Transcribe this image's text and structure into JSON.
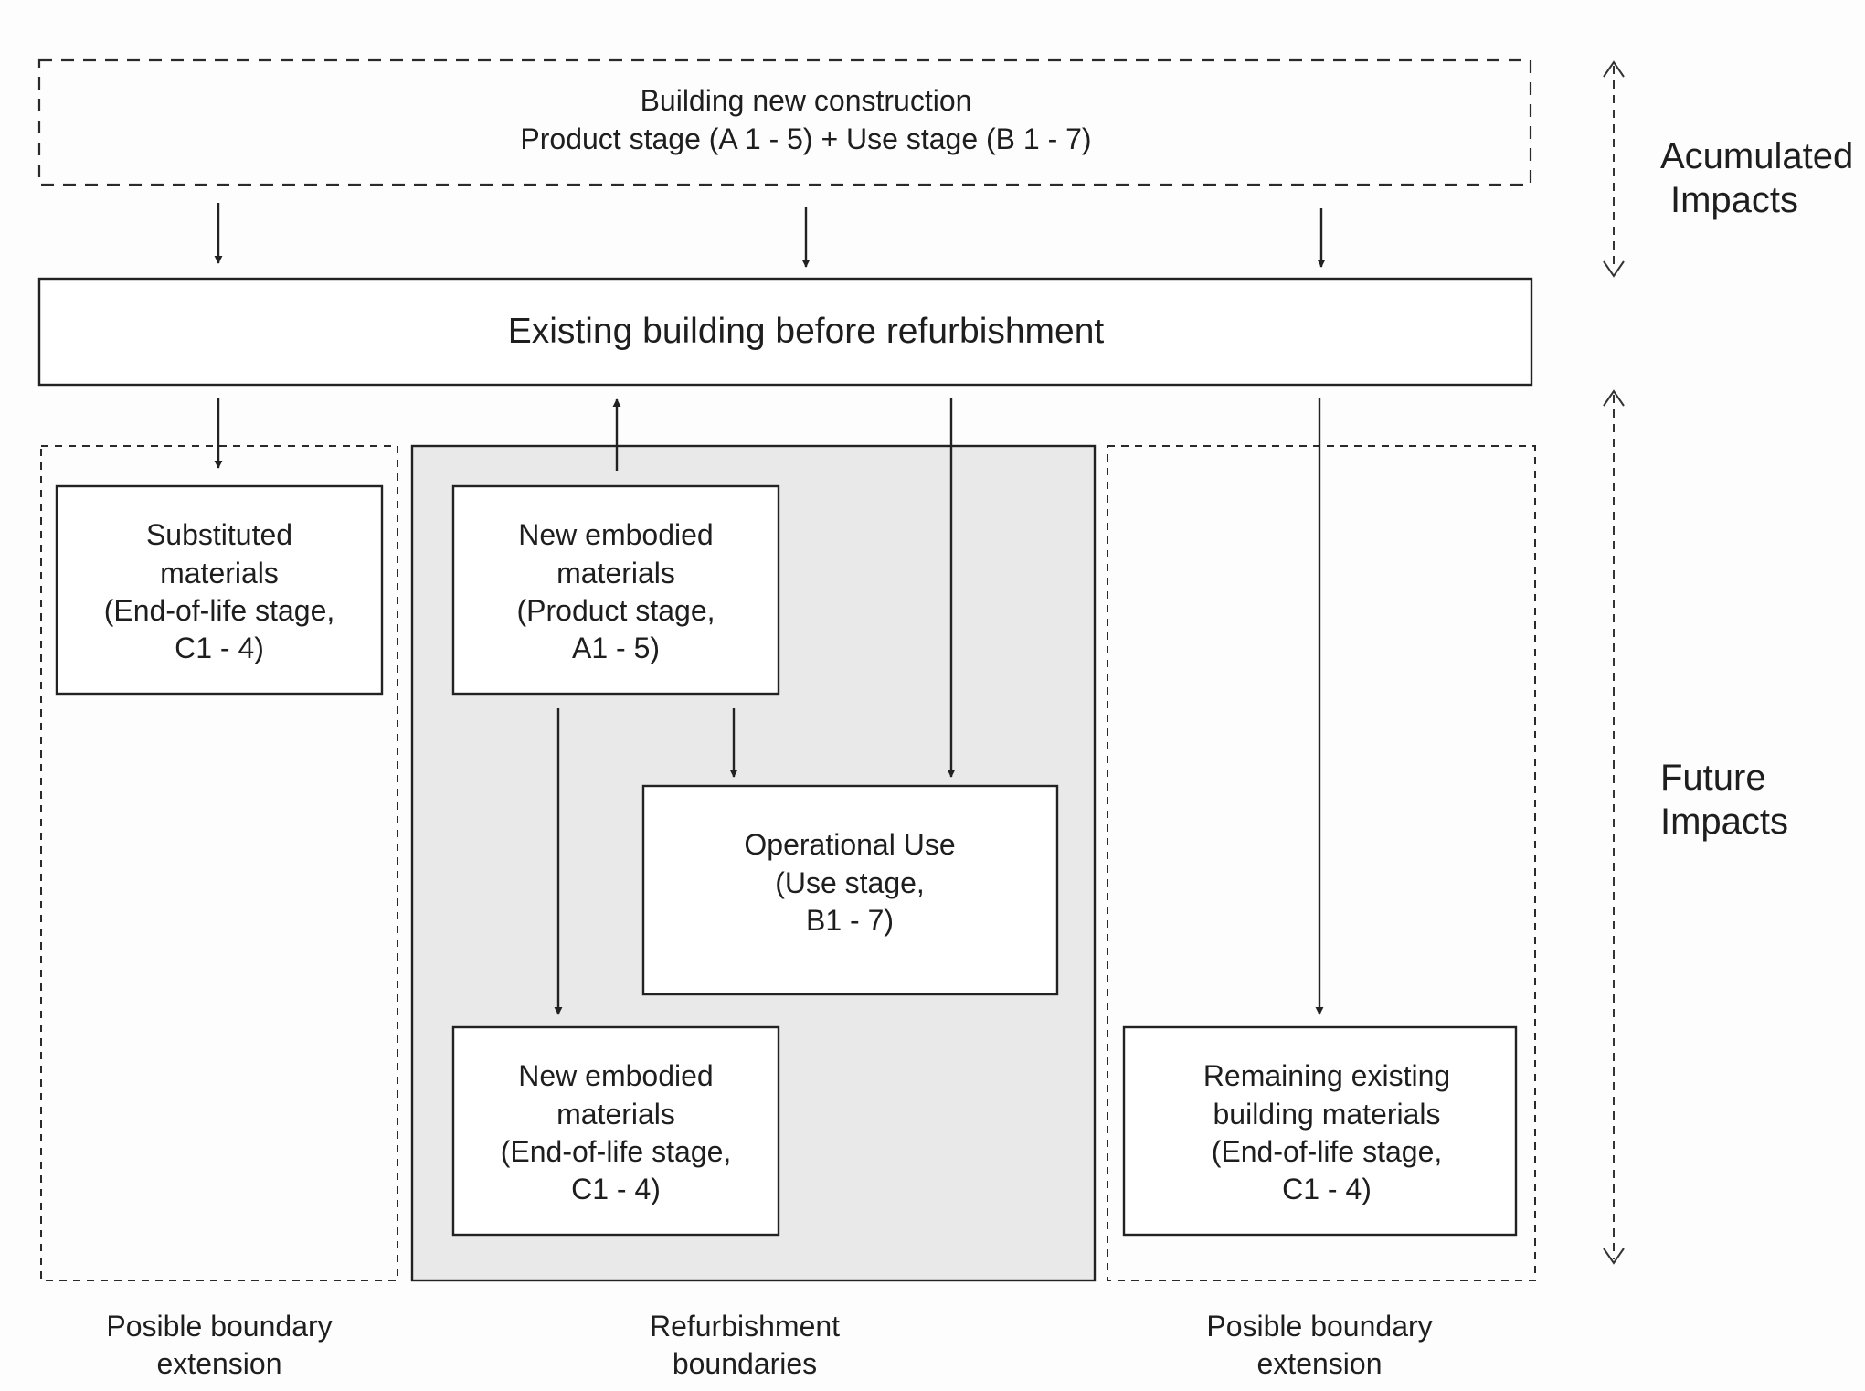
{
  "top_box": {
    "line1": "Building new construction",
    "line2": "Product stage (A 1 - 5) + Use stage (B 1 - 7)"
  },
  "existing_box": {
    "label": "Existing building before refurbishment"
  },
  "right_labels": {
    "accumulated": [
      "Acumulated",
      "Impacts"
    ],
    "future": [
      "Future",
      "Impacts"
    ]
  },
  "boxes": {
    "substituted": [
      "Substituted",
      "materials",
      "(End-of-life stage,",
      "C1 - 4)"
    ],
    "new_product": [
      "New embodied",
      "materials",
      "(Product stage,",
      "A1 - 5)"
    ],
    "operational": [
      "Operational Use",
      "(Use stage,",
      "B1 - 7)"
    ],
    "new_eol": [
      "New embodied",
      "materials",
      "(End-of-life stage,",
      "C1 - 4)"
    ],
    "remaining": [
      "Remaining existing",
      "building materials",
      "(End-of-life stage,",
      "C1 - 4)"
    ]
  },
  "bottom_labels": {
    "left": [
      "Posible boundary",
      "extension"
    ],
    "center": [
      "Refurbishment",
      "boundaries"
    ],
    "right": [
      "Posible boundary",
      "extension"
    ]
  },
  "colors": {
    "refurbishment_fill": "#e9e9e9",
    "stroke": "#222222",
    "background": "#fdfdfd"
  }
}
